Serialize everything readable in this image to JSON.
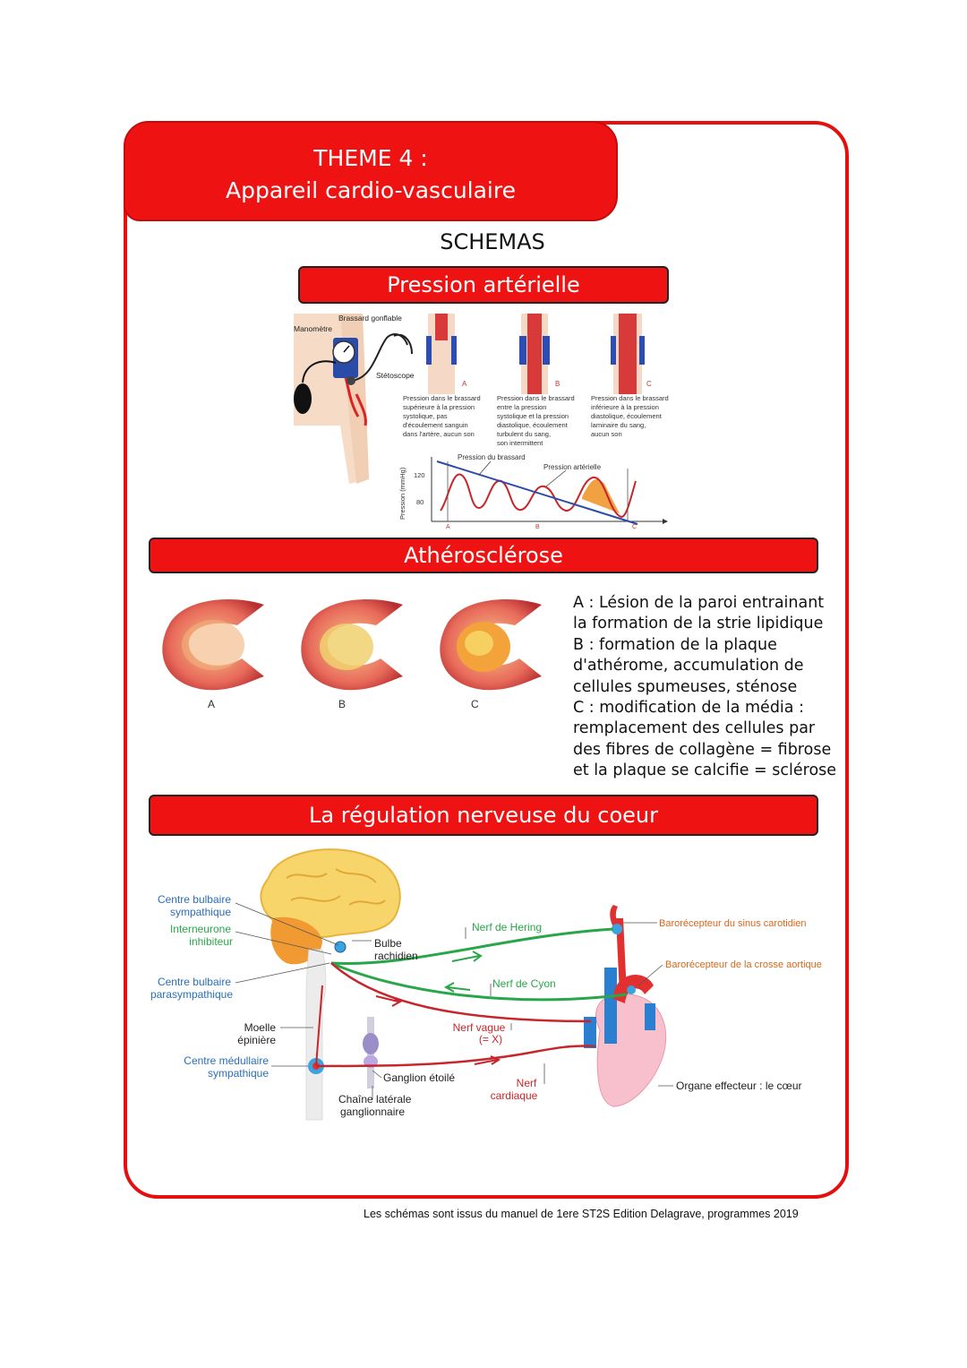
{
  "theme": {
    "line1": "THEME 4 :",
    "line2": "Appareil cardio-vasculaire"
  },
  "schemas_title": "SCHEMAS",
  "sections": {
    "pression": "Pression artérielle",
    "atherosclerose": "Athérosclérose",
    "regulation": "La régulation nerveuse du coeur"
  },
  "pression_fig": {
    "manometre": "Manomètre",
    "brassard": "Brassard gonflable",
    "stethoscope": "Stétoscope",
    "letters": [
      "A",
      "B",
      "C"
    ],
    "captions": {
      "a": [
        "Pression dans le brassard",
        "supérieure à la pression",
        "systolique, pas",
        "d'écoulement sanguin",
        "dans l'artère, aucun son"
      ],
      "b": [
        "Pression dans le brassard",
        "entre la pression",
        "systolique et la pression",
        "diastolique, écoulement",
        "turbulent du sang,",
        "son intermittent"
      ],
      "c": [
        "Pression dans le brassard",
        "inférieure à la pression",
        "diastolique, écoulement",
        "laminaire du sang,",
        "aucun son"
      ]
    },
    "graph": {
      "ylabel": "Pression (mmHg)",
      "ticks": [
        "120",
        "80"
      ],
      "pression_brassard": "Pression du brassard",
      "pression_arterielle": "Pression artérielle"
    }
  },
  "athero": {
    "labels": [
      "A",
      "B",
      "C"
    ],
    "text_lines": [
      "A : Lésion de la paroi entrainant",
      "la formation de la strie lipidique",
      "B : formation de la plaque",
      "d'athérome, accumulation de",
      "cellules spumeuses, sténose",
      "C : modification de la média :",
      "remplacement des cellules par",
      "des fibres de collagène = fibrose",
      "et la plaque se calcifie = sclérose"
    ]
  },
  "regulation_fig": {
    "centre_bulbaire_sympathique": [
      "Centre bulbaire",
      "sympathique"
    ],
    "interneurone_inhibiteur": [
      "Interneurone",
      "inhibiteur"
    ],
    "centre_bulbaire_parasympathique": [
      "Centre bulbaire",
      "parasympathique"
    ],
    "moelle_epiniere": [
      "Moelle",
      "épinière"
    ],
    "centre_medullaire_sympathique": [
      "Centre médullaire",
      "sympathique"
    ],
    "bulbe_rachidien": [
      "Bulbe",
      "rachidien"
    ],
    "ganglion_etoile": "Ganglion étoilé",
    "chaine_laterale": [
      "Chaîne latérale",
      "ganglionnaire"
    ],
    "nerf_hering": "Nerf de Hering",
    "nerf_cyon": "Nerf de Cyon",
    "nerf_vague": [
      "Nerf vague",
      "(= X)"
    ],
    "nerf_cardiaque": [
      "Nerf",
      "cardiaque"
    ],
    "barorecepteur_sinus": "Barorécepteur du sinus carotidien",
    "barorecepteur_crosse": "Barorécepteur de la crosse aortique",
    "organe_effecteur": "Organe effecteur : le cœur"
  },
  "footer": "Les schémas sont issus du manuel de 1ere ST2S Edition Delagrave, programmes 2019",
  "colors": {
    "accent_red": "#ee1212",
    "nerve_green": "#2aa64a",
    "nerve_red": "#c8252a",
    "label_blue": "#2b6fb5",
    "label_orange": "#d2691e"
  }
}
